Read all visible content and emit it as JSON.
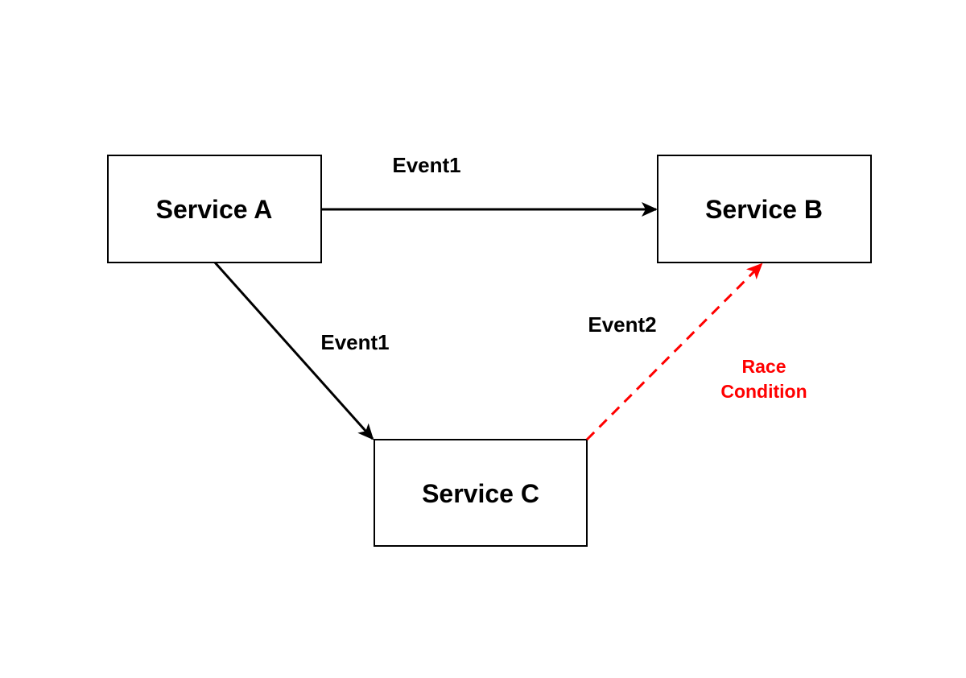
{
  "nodes": {
    "service_a": "Service A",
    "service_b": "Service B",
    "service_c": "Service C"
  },
  "edges": {
    "a_to_b": "Event1",
    "a_to_c": "Event1",
    "c_to_b": "Event2"
  },
  "annotation": {
    "race_line1": "Race",
    "race_line2": "Condition"
  },
  "colors": {
    "stroke": "#000000",
    "race": "#ff0000"
  }
}
